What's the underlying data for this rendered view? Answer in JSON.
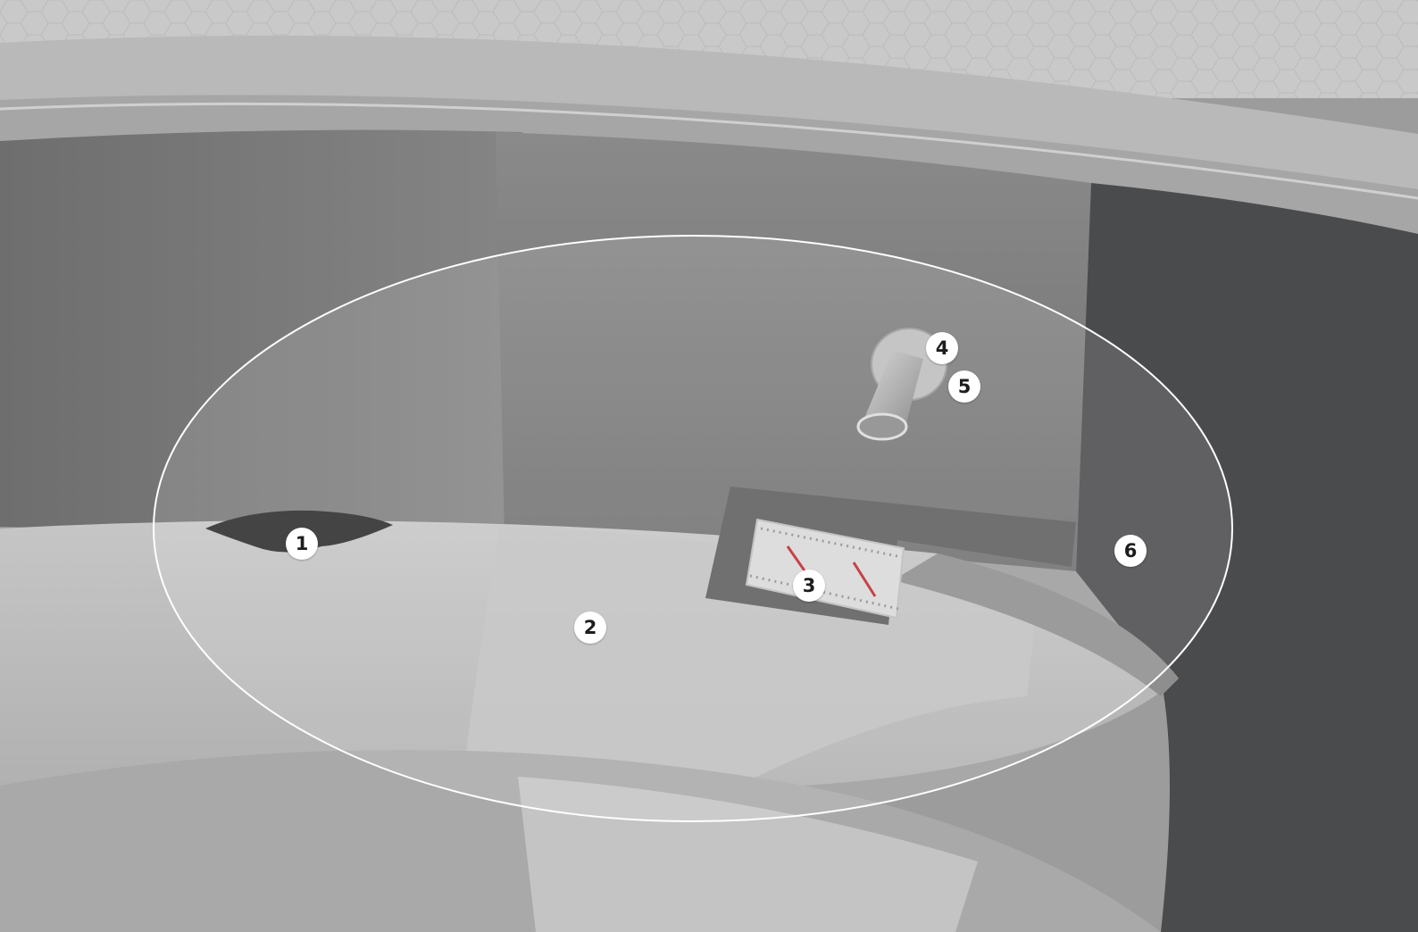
{
  "colors": {
    "paving": "#c9c9c9",
    "rim_top": "#b9b9b9",
    "rim_band": "#9f9f9f",
    "rim_lip": "#a6a6a6",
    "wall_concrete": "#7a7a7a",
    "wall_sealed": "#767676",
    "wall_dark": "#4a4b4d",
    "floor_concrete": "#bcbcbc",
    "floor_sealed": "#c2c2c2",
    "floor_dark": "#8e8e8e",
    "callout_bg": "#ffffff",
    "callout_text": "#1d1d1d",
    "ellipse_stroke": "#ffffff",
    "accent_red": "#c0282d"
  },
  "callouts": [
    {
      "label": "1",
      "refers_to": "damaged-wall-joint"
    },
    {
      "label": "2",
      "refers_to": "sealed-floor-area"
    },
    {
      "label": "3",
      "refers_to": "joint-sealing-tape"
    },
    {
      "label": "4",
      "refers_to": "pipe-penetration"
    },
    {
      "label": "5",
      "refers_to": "pipe-collar"
    },
    {
      "label": "6",
      "refers_to": "dark-wall-coating"
    }
  ]
}
